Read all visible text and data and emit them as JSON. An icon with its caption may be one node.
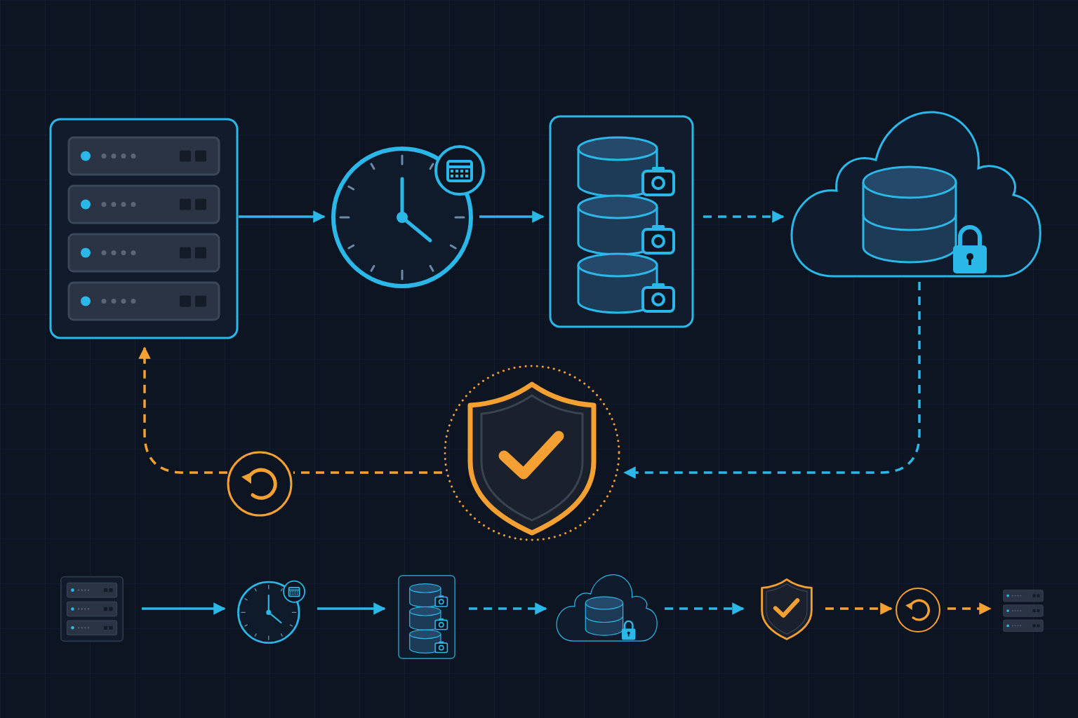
{
  "diagram": {
    "nodes": [
      {
        "text": [],
        "shape": "server"
      },
      {
        "text": [],
        "shape": "clock"
      },
      {
        "text": [],
        "shape": "box"
      },
      {
        "text": [],
        "shape": "cloud"
      },
      {
        "text": [],
        "shape": "shield"
      },
      {
        "text": [],
        "shape": "circle"
      },
      {
        "text": [],
        "shape": "server"
      },
      {
        "text": [],
        "shape": "clock"
      },
      {
        "text": [],
        "shape": "box"
      },
      {
        "text": [],
        "shape": "cloud"
      },
      {
        "text": [],
        "shape": "shield"
      },
      {
        "text": [],
        "shape": "circle"
      },
      {
        "text": [],
        "shape": "server"
      }
    ],
    "edges": [
      {
        "from": 0,
        "to": 1,
        "arrow": "to"
      },
      {
        "from": 1,
        "to": 2,
        "arrow": "to"
      },
      {
        "from": 2,
        "to": 3,
        "arrow": "to",
        "style": "dashed"
      },
      {
        "from": 3,
        "to": 4,
        "arrow": "to",
        "style": "dashed"
      },
      {
        "from": 4,
        "to": 5,
        "arrow": "none",
        "style": "dashed",
        "color": "#f5a032"
      },
      {
        "from": 5,
        "to": 0,
        "arrow": "to",
        "style": "dashed",
        "color": "#f5a032"
      },
      {
        "from": 6,
        "to": 7,
        "arrow": "to"
      },
      {
        "from": 7,
        "to": 8,
        "arrow": "to"
      },
      {
        "from": 8,
        "to": 9,
        "arrow": "to",
        "style": "dashed"
      },
      {
        "from": 9,
        "to": 10,
        "arrow": "to",
        "style": "dashed"
      },
      {
        "from": 10,
        "to": 11,
        "arrow": "to",
        "style": "dashed",
        "color": "#f5a032"
      },
      {
        "from": 11,
        "to": 12,
        "arrow": "to",
        "style": "dashed",
        "color": "#f5a032"
      }
    ]
  }
}
